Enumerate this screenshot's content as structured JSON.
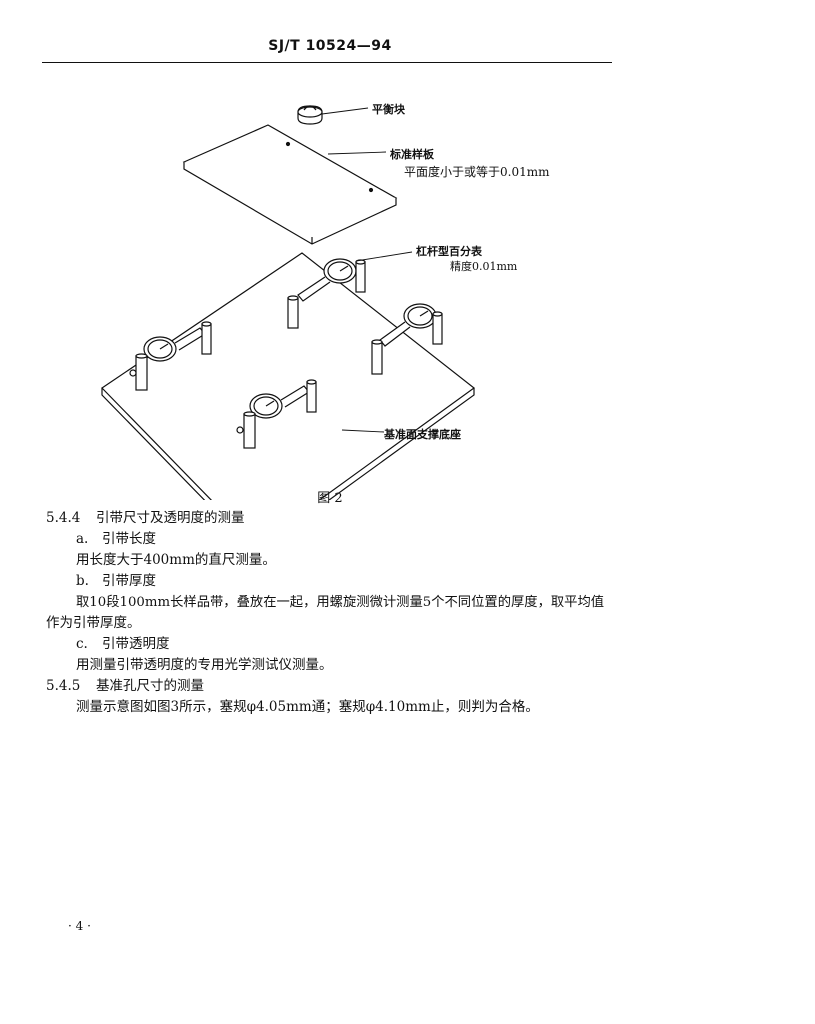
{
  "header": {
    "code": "SJ/T 10524—94"
  },
  "figure": {
    "labels": {
      "balance_block": "平衡块",
      "standard_plate": "标准样板",
      "flatness": "平面度小于或等于0.01mm",
      "dial_gauge": "杠杆型百分表",
      "precision": "精度0.01mm",
      "base": "基准面支撑底座"
    },
    "caption": "图 2"
  },
  "body": {
    "s544": {
      "num": "5.4.4",
      "title": "引带尺寸及透明度的测量"
    },
    "a": {
      "mark": "a.",
      "title": "引带长度",
      "text": "用长度大于400mm的直尺测量。"
    },
    "b": {
      "mark": "b.",
      "title": "引带厚度",
      "text1": "取10段100mm长样品带，叠放在一起，用螺旋测微计测量5个不同位置的厚度，取平均值",
      "text2": "作为引带厚度。"
    },
    "c": {
      "mark": "c.",
      "title": "引带透明度",
      "text": "用测量引带透明度的专用光学测试仪测量。"
    },
    "s545": {
      "num": "5.4.5",
      "title": "基准孔尺寸的测量",
      "text": "测量示意图如图3所示，塞规φ4.05mm通；塞规φ4.10mm止，则判为合格。"
    }
  },
  "footer": {
    "page": "· 4 ·"
  }
}
